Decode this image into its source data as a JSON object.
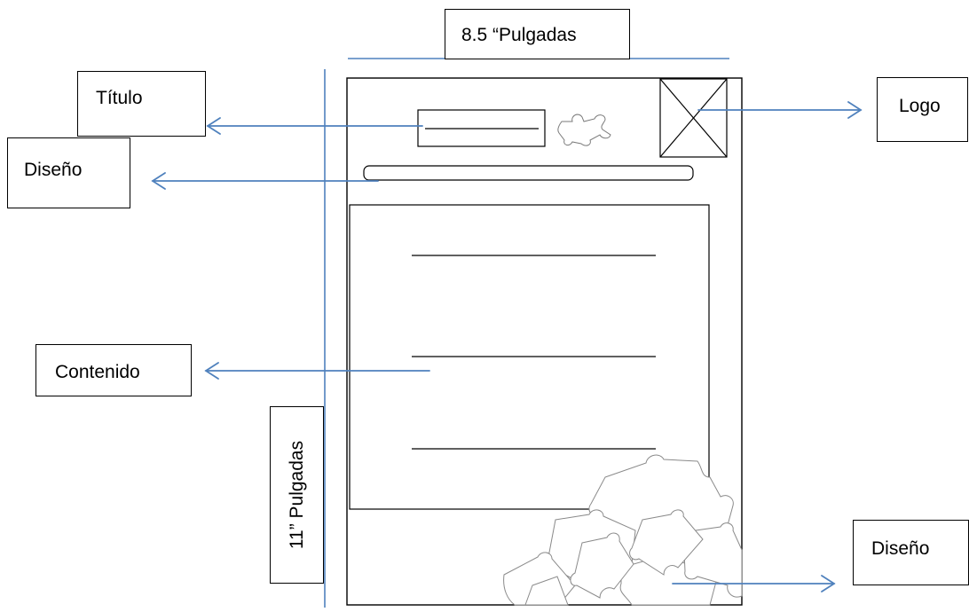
{
  "labels": {
    "width": "8.5 “Pulgadas",
    "height": "11” Pulgadas",
    "titulo": "Título",
    "diseno_top": "Diseño",
    "logo": "Logo",
    "contenido": "Contenido",
    "diseno_bottom": "Diseño"
  },
  "colors": {
    "arrow": "#4f81bd",
    "stroke": "#000000",
    "puzzle_stroke": "#7a7a7a"
  }
}
